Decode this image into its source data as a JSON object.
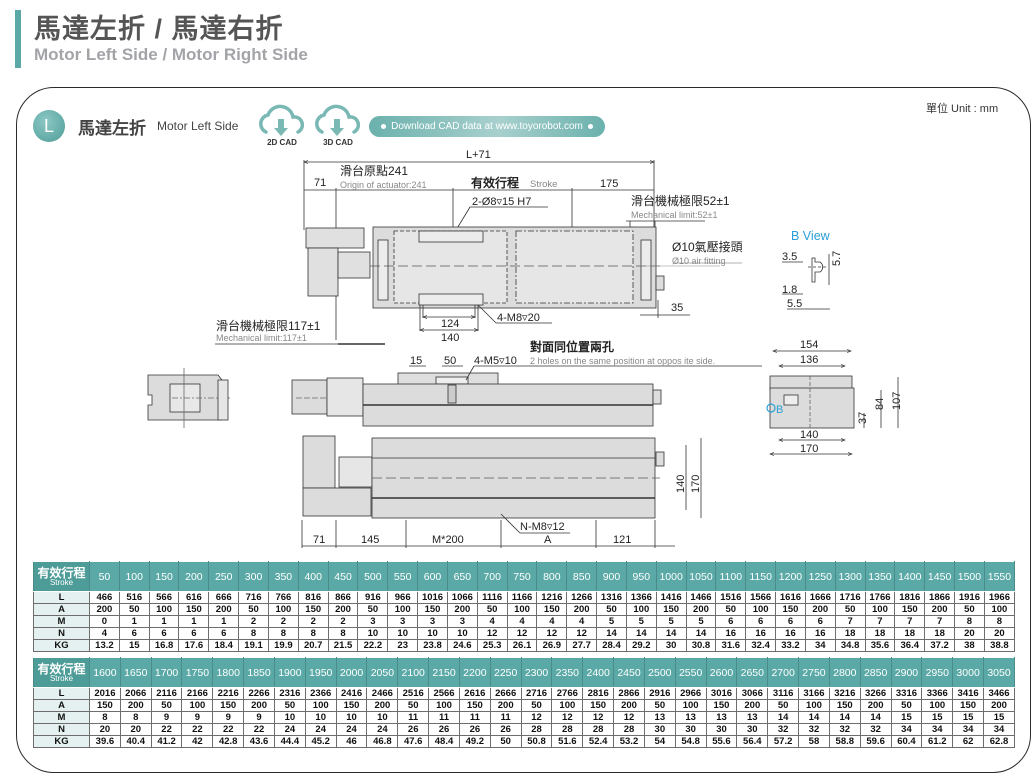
{
  "header": {
    "title_zh": "馬達左折 / 馬達右折",
    "title_en": "Motor Left Side / Motor Right Side",
    "accent_color": "#5aa9a6"
  },
  "section": {
    "badge": "L",
    "title_zh": "馬達左折",
    "title_en": "Motor Left Side",
    "unit": "單位 Unit : mm",
    "cad_buttons": [
      {
        "label": "2D CAD",
        "icon": "cloud-download-icon"
      },
      {
        "label": "3D CAD",
        "icon": "cloud-download-icon"
      }
    ],
    "download_text": "Download CAD data at www.toyorobot.com"
  },
  "drawing": {
    "top_view": {
      "overall": "L+71",
      "dim_71": "71",
      "origin_zh": "滑台原點241",
      "origin_en": "Origin of actuator:241",
      "stroke_zh": "有效行程",
      "stroke_en": "Stroke",
      "dim_175": "175",
      "pin_hole": "2-Ø8▿15 H7",
      "mech_limit_right_zh": "滑台機械極限52±1",
      "mech_limit_right_en": "Mechanical limit:52±1",
      "air_fitting_zh": "Ø10氣壓接頭",
      "air_fitting_en": "Ø10 air fitting",
      "dim_35": "35",
      "mech_limit_left_zh": "滑台機械極限117±1",
      "mech_limit_left_en": "Mechanical limit:117±1",
      "dim_124": "124",
      "dim_140": "140",
      "tap_holes": "4-M8▿20"
    },
    "b_view": {
      "title": "B View",
      "dim_3_5": "3.5",
      "dim_5_7": "5.7",
      "dim_1_8": "1.8",
      "dim_5_5": "5.5"
    },
    "side_view": {
      "dim_15": "15",
      "dim_50": "50",
      "tap_holes": "4-M5▿10",
      "opposite_zh": "對面同位置兩孔",
      "opposite_en": "2 holes on the same position at oppos ite side."
    },
    "end_view": {
      "dim_154": "154",
      "dim_136": "136",
      "dim_140": "140",
      "dim_170": "170",
      "dim_37": "37",
      "dim_84": "84",
      "dim_107": "107",
      "marker": "B"
    },
    "bottom_view": {
      "dim_71": "71",
      "dim_145": "145",
      "dim_m200": "M*200",
      "dim_a": "A",
      "dim_121": "121",
      "tap_holes": "N-M8▿12",
      "dim_140": "140",
      "dim_170": "170"
    }
  },
  "table": {
    "corner_zh": "有效行程",
    "corner_en": "Stroke",
    "row_labels": [
      "L",
      "A",
      "M",
      "N",
      "KG"
    ],
    "blocks": [
      {
        "stroke": [
          "50",
          "100",
          "150",
          "200",
          "250",
          "300",
          "350",
          "400",
          "450",
          "500",
          "550",
          "600",
          "650",
          "700",
          "750",
          "800",
          "850",
          "900",
          "950",
          "1000",
          "1050",
          "1100",
          "1150",
          "1200",
          "1250",
          "1300",
          "1350",
          "1400",
          "1450",
          "1500",
          "1550"
        ],
        "L": [
          "466",
          "516",
          "566",
          "616",
          "666",
          "716",
          "766",
          "816",
          "866",
          "916",
          "966",
          "1016",
          "1066",
          "1116",
          "1166",
          "1216",
          "1266",
          "1316",
          "1366",
          "1416",
          "1466",
          "1516",
          "1566",
          "1616",
          "1666",
          "1716",
          "1766",
          "1816",
          "1866",
          "1916",
          "1966"
        ],
        "A": [
          "200",
          "50",
          "100",
          "150",
          "200",
          "50",
          "100",
          "150",
          "200",
          "50",
          "100",
          "150",
          "200",
          "50",
          "100",
          "150",
          "200",
          "50",
          "100",
          "150",
          "200",
          "50",
          "100",
          "150",
          "200",
          "50",
          "100",
          "150",
          "200",
          "50",
          "100"
        ],
        "M": [
          "0",
          "1",
          "1",
          "1",
          "1",
          "2",
          "2",
          "2",
          "2",
          "3",
          "3",
          "3",
          "3",
          "4",
          "4",
          "4",
          "4",
          "5",
          "5",
          "5",
          "5",
          "6",
          "6",
          "6",
          "6",
          "7",
          "7",
          "7",
          "7",
          "8",
          "8"
        ],
        "N": [
          "4",
          "6",
          "6",
          "6",
          "6",
          "8",
          "8",
          "8",
          "8",
          "10",
          "10",
          "10",
          "10",
          "12",
          "12",
          "12",
          "12",
          "14",
          "14",
          "14",
          "14",
          "16",
          "16",
          "16",
          "16",
          "18",
          "18",
          "18",
          "18",
          "20",
          "20"
        ],
        "KG": [
          "13.2",
          "15",
          "16.8",
          "17.6",
          "18.4",
          "19.1",
          "19.9",
          "20.7",
          "21.5",
          "22.2",
          "23",
          "23.8",
          "24.6",
          "25.3",
          "26.1",
          "26.9",
          "27.7",
          "28.4",
          "29.2",
          "30",
          "30.8",
          "31.6",
          "32.4",
          "33.2",
          "34",
          "34.8",
          "35.6",
          "36.4",
          "37.2",
          "38",
          "38.8"
        ]
      },
      {
        "stroke": [
          "1600",
          "1650",
          "1700",
          "1750",
          "1800",
          "1850",
          "1900",
          "1950",
          "2000",
          "2050",
          "2100",
          "2150",
          "2200",
          "2250",
          "2300",
          "2350",
          "2400",
          "2450",
          "2500",
          "2550",
          "2600",
          "2650",
          "2700",
          "2750",
          "2800",
          "2850",
          "2900",
          "2950",
          "3000",
          "3050"
        ],
        "L": [
          "2016",
          "2066",
          "2116",
          "2166",
          "2216",
          "2266",
          "2316",
          "2366",
          "2416",
          "2466",
          "2516",
          "2566",
          "2616",
          "2666",
          "2716",
          "2766",
          "2816",
          "2866",
          "2916",
          "2966",
          "3016",
          "3066",
          "3116",
          "3166",
          "3216",
          "3266",
          "3316",
          "3366",
          "3416",
          "3466"
        ],
        "A": [
          "150",
          "200",
          "50",
          "100",
          "150",
          "200",
          "50",
          "100",
          "150",
          "200",
          "50",
          "100",
          "150",
          "200",
          "50",
          "100",
          "150",
          "200",
          "50",
          "100",
          "150",
          "200",
          "50",
          "100",
          "150",
          "200",
          "50",
          "100",
          "150",
          "200"
        ],
        "M": [
          "8",
          "8",
          "9",
          "9",
          "9",
          "9",
          "10",
          "10",
          "10",
          "10",
          "11",
          "11",
          "11",
          "11",
          "12",
          "12",
          "12",
          "12",
          "13",
          "13",
          "13",
          "13",
          "14",
          "14",
          "14",
          "14",
          "15",
          "15",
          "15",
          "15"
        ],
        "N": [
          "20",
          "20",
          "22",
          "22",
          "22",
          "22",
          "24",
          "24",
          "24",
          "24",
          "26",
          "26",
          "26",
          "26",
          "28",
          "28",
          "28",
          "28",
          "30",
          "30",
          "30",
          "30",
          "32",
          "32",
          "32",
          "32",
          "34",
          "34",
          "34",
          "34"
        ],
        "KG": [
          "39.6",
          "40.4",
          "41.2",
          "42",
          "42.8",
          "43.6",
          "44.4",
          "45.2",
          "46",
          "46.8",
          "47.6",
          "48.4",
          "49.2",
          "50",
          "50.8",
          "51.6",
          "52.4",
          "53.2",
          "54",
          "54.8",
          "55.6",
          "56.4",
          "57.2",
          "58",
          "58.8",
          "59.6",
          "60.4",
          "61.2",
          "62",
          "62.8"
        ]
      }
    ]
  }
}
